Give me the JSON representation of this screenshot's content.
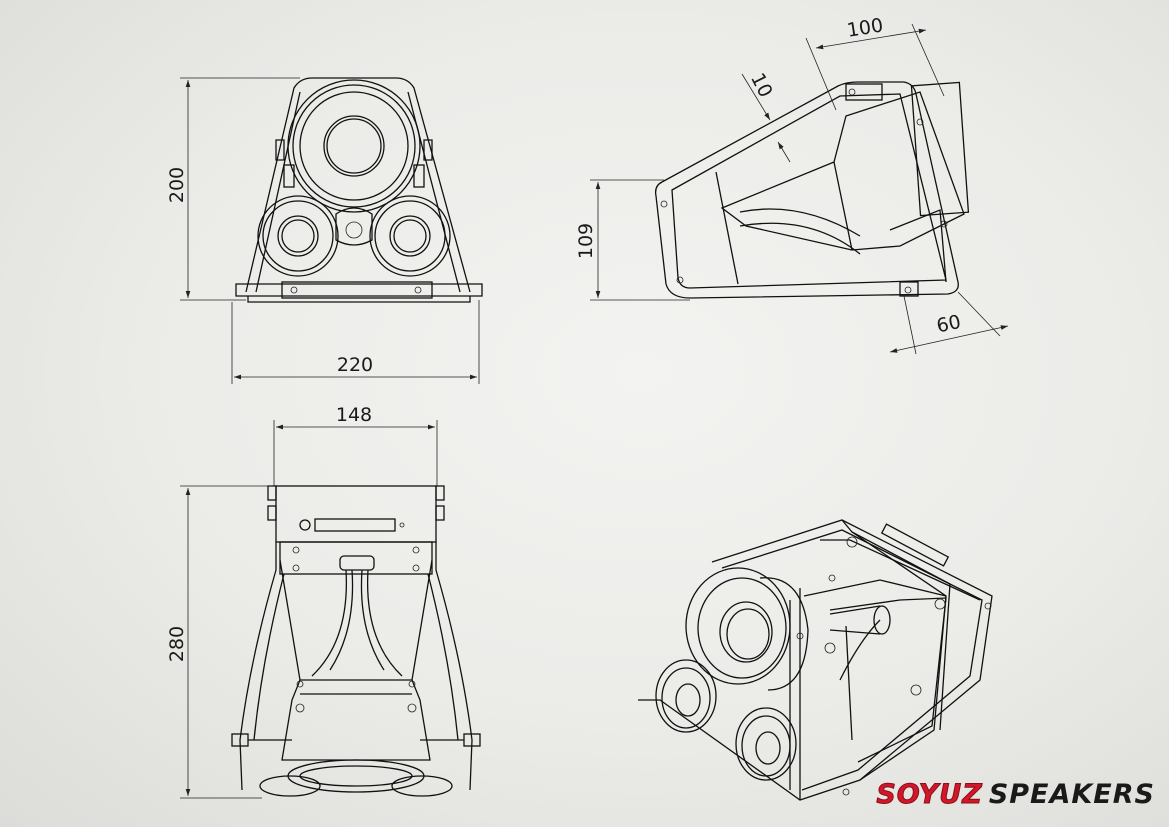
{
  "dimensions": {
    "front_height": "200",
    "front_width": "220",
    "side_depth_top": "100",
    "side_angle_offset": "10",
    "side_height": "109",
    "side_bottom": "60",
    "top_width": "148",
    "top_length": "280"
  },
  "brand": {
    "part1": "SOYUZ",
    "part2": "SPEAKERS",
    "color_primary": "#d2172a",
    "color_secondary": "#1a1a1a"
  },
  "views": [
    "front-view",
    "side-view",
    "top-view",
    "isometric-view"
  ]
}
